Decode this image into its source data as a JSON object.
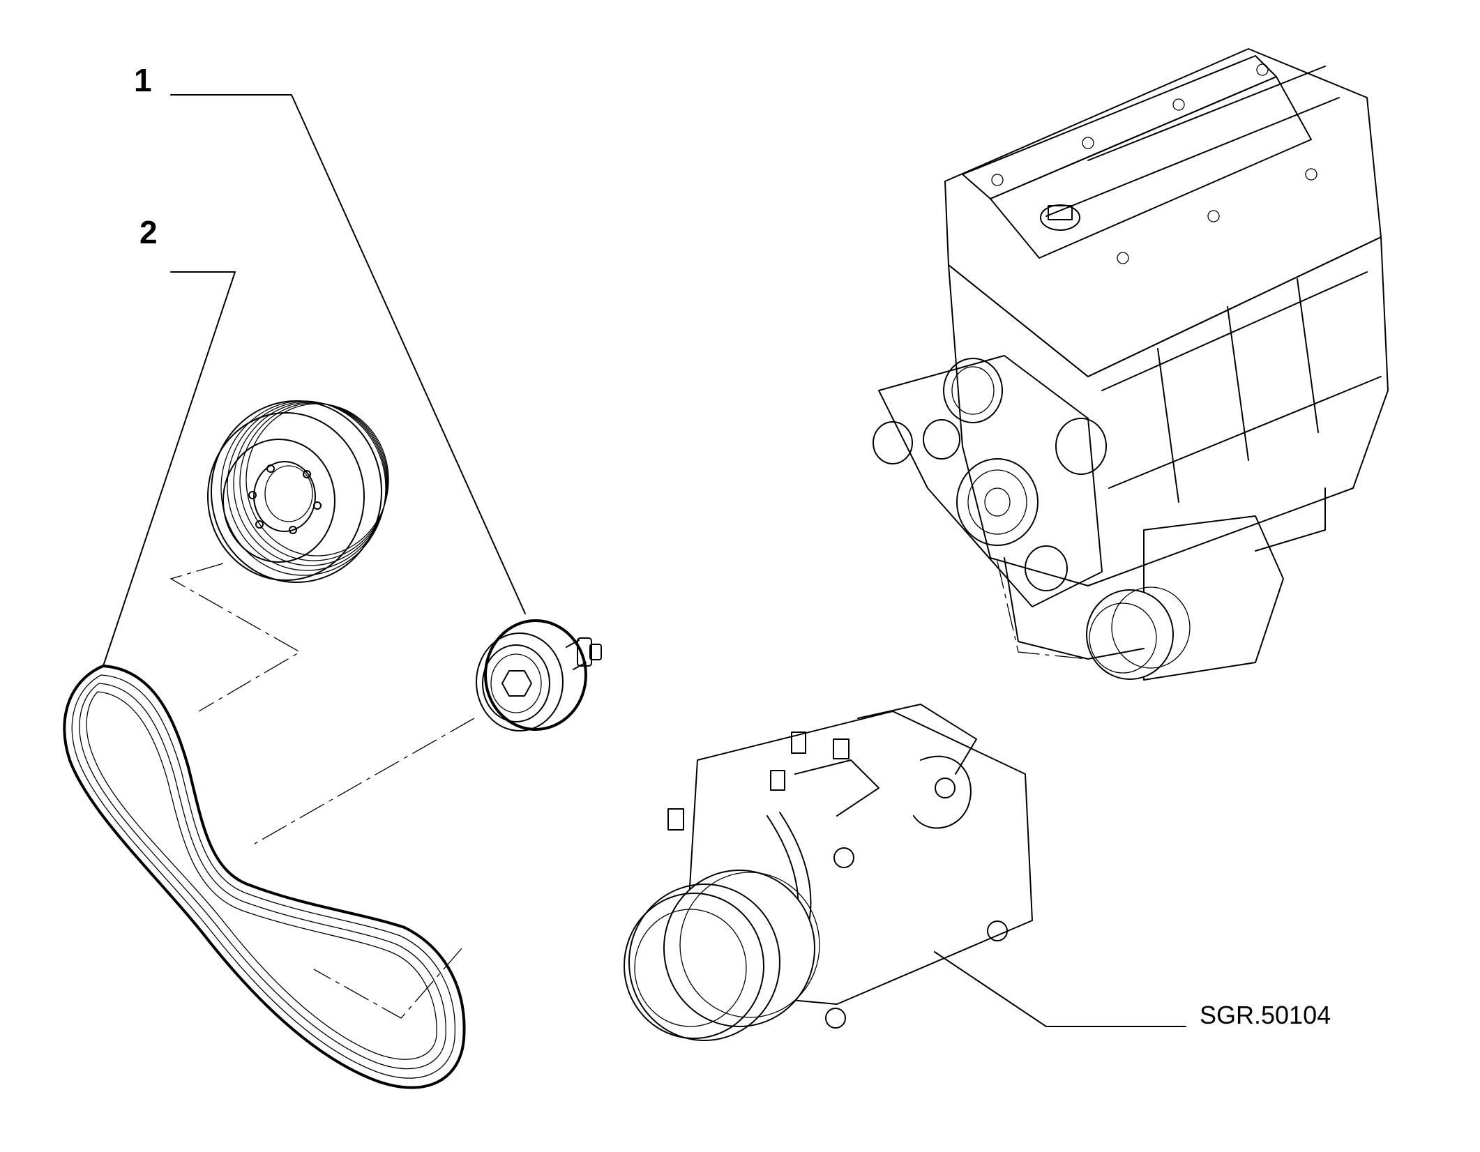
{
  "callouts": [
    {
      "label": "1",
      "part": "idler-pulley"
    },
    {
      "label": "2",
      "part": "poly-v-belt"
    }
  ],
  "drawing_reference": "SGR.50104",
  "colors": {
    "line": "#000000",
    "background": "#ffffff"
  }
}
